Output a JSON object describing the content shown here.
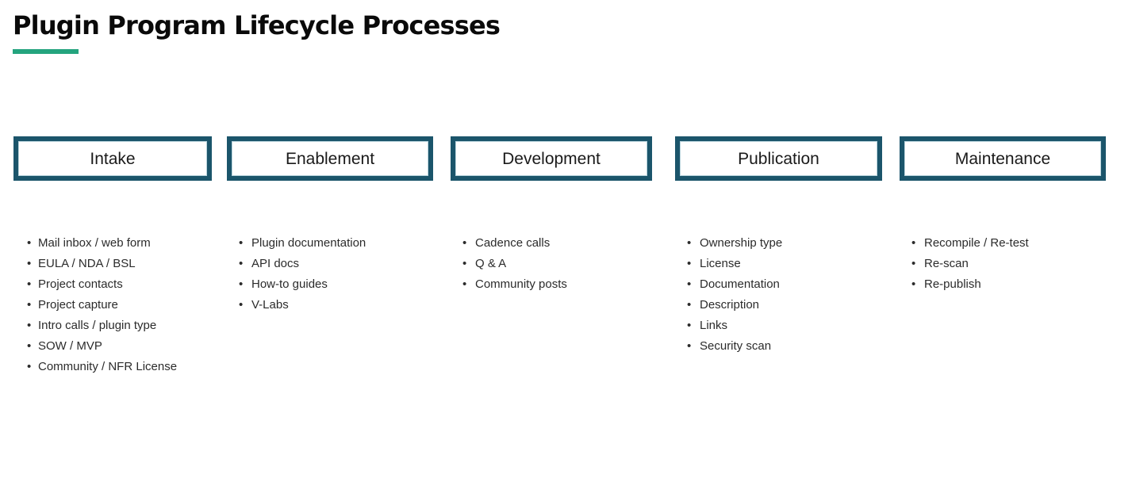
{
  "page": {
    "title": "Plugin Program Lifecycle Processes",
    "accent_color": "#24a47e",
    "box_border_color": "#1b556b",
    "background_color": "#ffffff",
    "text_color": "#2b2b2b",
    "bullet_glyph": "•"
  },
  "phases": [
    {
      "label": "Intake",
      "items": [
        "Mail inbox / web form",
        "EULA / NDA / BSL",
        "Project contacts",
        "Project capture",
        "Intro calls / plugin type",
        "SOW / MVP",
        "Community / NFR License"
      ]
    },
    {
      "label": "Enablement",
      "items": [
        "Plugin documentation",
        "API docs",
        "How-to guides",
        "V-Labs"
      ]
    },
    {
      "label": "Development",
      "items": [
        "Cadence calls",
        "Q & A",
        "Community posts"
      ]
    },
    {
      "label": "Publication",
      "items": [
        "Ownership type",
        "License",
        "Documentation",
        "Description",
        "Links",
        "Security scan"
      ]
    },
    {
      "label": "Maintenance",
      "items": [
        "Recompile / Re-test",
        "Re-scan",
        "Re-publish"
      ]
    }
  ]
}
